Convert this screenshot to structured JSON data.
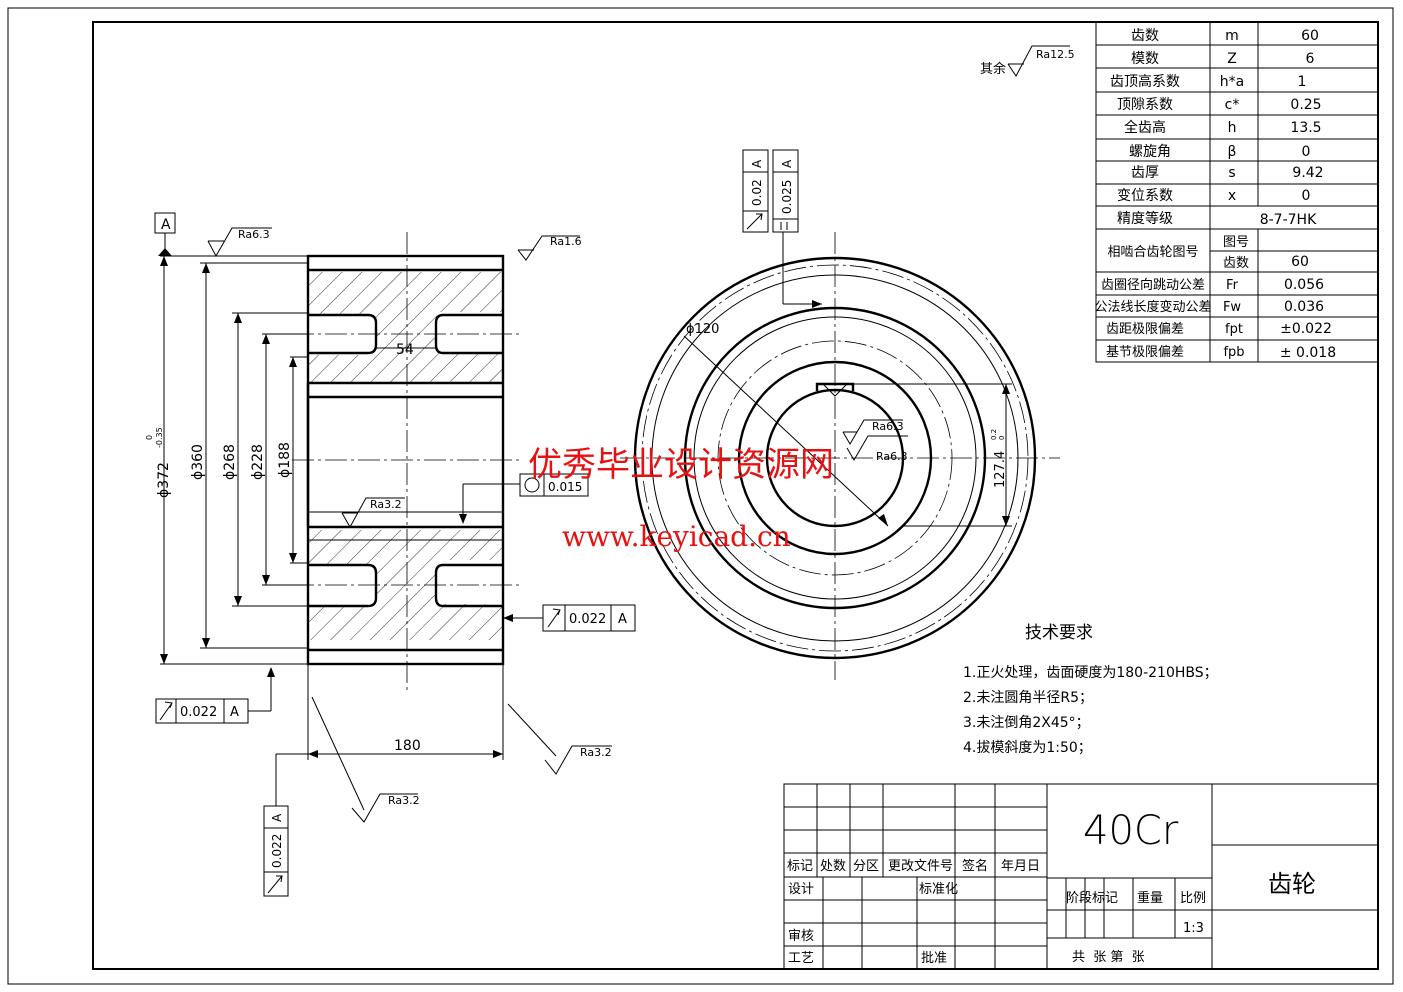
{
  "params": [
    {
      "name": "齿数",
      "sym": "m",
      "val": "60"
    },
    {
      "name": "模数",
      "sym": "Z",
      "val": "6"
    },
    {
      "name": "齿顶高系数",
      "sym": "h*a",
      "val": "1"
    },
    {
      "name": "顶隙系数",
      "sym": "c*",
      "val": "0.25"
    },
    {
      "name": "全齿高",
      "sym": "h",
      "val": "13.5"
    },
    {
      "name": "螺旋角",
      "sym": "β",
      "val": "0"
    },
    {
      "name": "齿厚",
      "sym": "s",
      "val": "9.42"
    },
    {
      "name": "变位系数",
      "sym": "x",
      "val": "0"
    }
  ],
  "accuracy": {
    "name": "精度等级",
    "val": "8-7-7HK"
  },
  "mating": {
    "name": "相啮合齿轮图号",
    "drawing_no_label": "图号",
    "drawing_no_val": "",
    "teeth_label": "齿数",
    "teeth_val": "60"
  },
  "tolerances": [
    {
      "name": "齿圈径向跳动公差",
      "sym": "Fr",
      "val": "0.056"
    },
    {
      "name": "公法线长度变动公差",
      "sym": "Fw",
      "val": "0.036"
    },
    {
      "name": "齿距极限偏差",
      "sym": "fpt",
      "val": "±0.022"
    },
    {
      "name": "基节极限偏差",
      "sym": "fpb",
      "val": "± 0.018"
    }
  ],
  "roughness": {
    "other_label": "其余",
    "other": "Ra12.5",
    "ra63": "Ra6.3",
    "ra16": "Ra1.6",
    "ra32": "Ra3.2",
    "ra63_key": "Ra6.3",
    "ra63_bore": "Ra6.3",
    "ra32_a": "Ra3.2",
    "ra32_b": "Ra3.2"
  },
  "datum": "A",
  "dims": {
    "d372": "ϕ372",
    "d372_upper": "0",
    "d372_lower": "-0.35",
    "d360": "ϕ360",
    "d268": "ϕ268",
    "d228": "ϕ228",
    "d188": "ϕ188",
    "d120": "ϕ120",
    "w54": "54",
    "w180": "180",
    "key": "127.4",
    "key_upper": "0.2",
    "key_lower": "0"
  },
  "gdt": {
    "circ": "0.015",
    "runout_1": "0.022",
    "runout_2": "0.022",
    "runout_3": "0.022",
    "runout_4": "0.02",
    "runout_5": "0.025"
  },
  "tech": {
    "title": "技术要求",
    "items": [
      "1.正火处理，齿面硬度为180-210HBS；",
      "2.未注圆角半径R5；",
      "3.未注倒角2X45°；",
      "4.拔模斜度为1:50；"
    ]
  },
  "title_block": {
    "material": "40Cr",
    "part_name": "齿轮",
    "h_mark": "标记",
    "h_count": "处数",
    "h_zone": "分区",
    "h_doc": "更改文件号",
    "h_sign": "签名",
    "h_date": "年月日",
    "design": "设计",
    "standard": "标准化",
    "check": "审核",
    "process": "工艺",
    "approve": "批准",
    "stage": "阶段标记",
    "weight": "重量",
    "scale": "比例",
    "scale_val": "1:3",
    "sheets": "共  张 第  张"
  },
  "watermark": {
    "cn": "优秀毕业设计资源网",
    "url": "www.keyicad.cn"
  }
}
